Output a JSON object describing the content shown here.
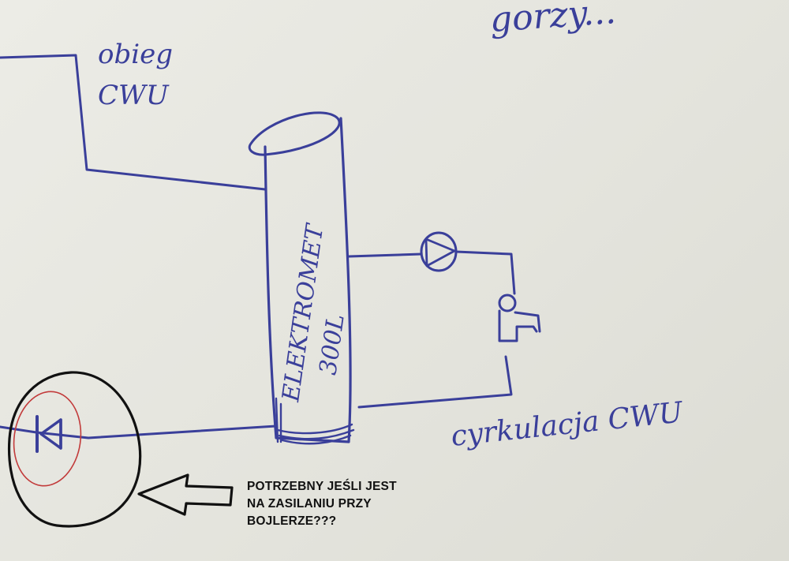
{
  "labels": {
    "corner": "gorzy...",
    "top_left": "obieg\nCWU",
    "tank": "ELEKTROMET\n300L",
    "circulation": "cyrkulacja CWU"
  },
  "note": {
    "text": "POTRZEBNY JEŚLI JEST\nNA ZASILANIU PRZY\nBOJLERZE???"
  },
  "colors": {
    "ink": "#3a3f9a",
    "circle_black": "#111111",
    "circle_red": "#c23b3b",
    "note_text": "#111111"
  },
  "icons": {
    "pump": "pump-icon",
    "tap": "tap-icon",
    "valve": "check-valve-icon",
    "arrow": "arrow-left-icon"
  }
}
